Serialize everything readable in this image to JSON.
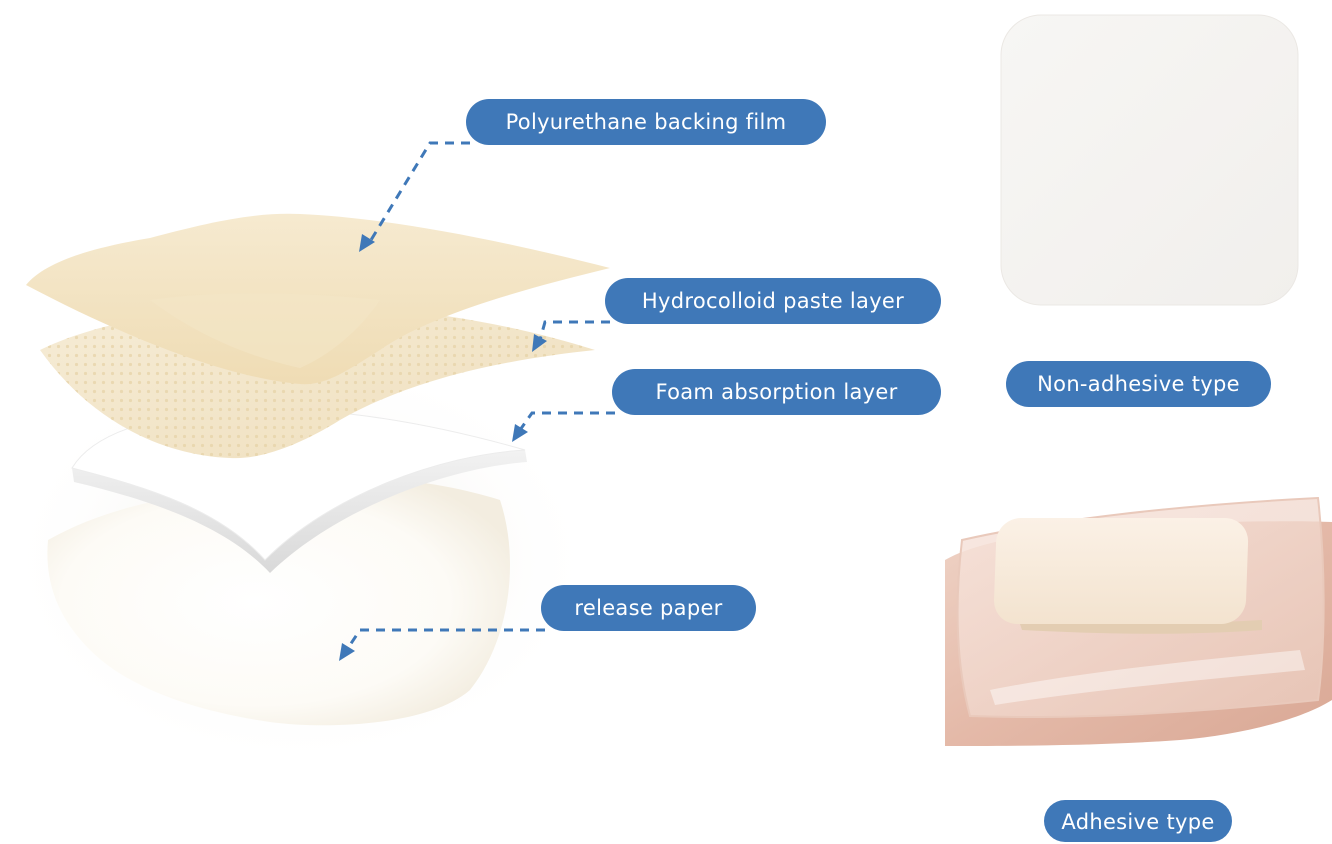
{
  "colors": {
    "label_fill": "#3f78b8",
    "label_text": "#ffffff",
    "leader_line": "#3f78b8",
    "backing_film": "#f3e4c2",
    "hydrocolloid": "#f4e8cd",
    "foam": "#ffffff",
    "release_paper": "#fbf8f1",
    "skin": "#e9c7b8"
  },
  "icons": {
    "arrowhead": "arrowhead-icon"
  },
  "labels": {
    "backing_film": "Polyurethane backing film",
    "hydrocolloid": "Hydrocolloid paste layer",
    "foam": "Foam absorption layer",
    "release_paper": "release paper",
    "non_adhesive": "Non-adhesive type",
    "adhesive": "Adhesive type"
  }
}
